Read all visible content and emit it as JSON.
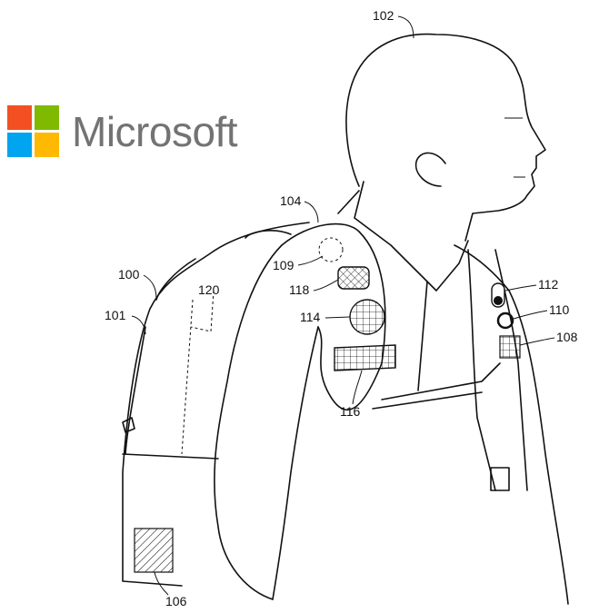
{
  "logo": {
    "text": "Microsoft",
    "colors": [
      "#f25022",
      "#7fba00",
      "#00a4ef",
      "#ffb900"
    ]
  },
  "labels": {
    "person": "102",
    "shoulder_strap": "104",
    "backpack": "100",
    "backpack_body": "101",
    "inner_pocket": "120",
    "sensor_circle": "109",
    "sensor_square": "118",
    "mesh_circle": "114",
    "mesh_band": "116",
    "toggle": "112",
    "button": "110",
    "strap_patch": "108",
    "bottom_patch": "106"
  }
}
